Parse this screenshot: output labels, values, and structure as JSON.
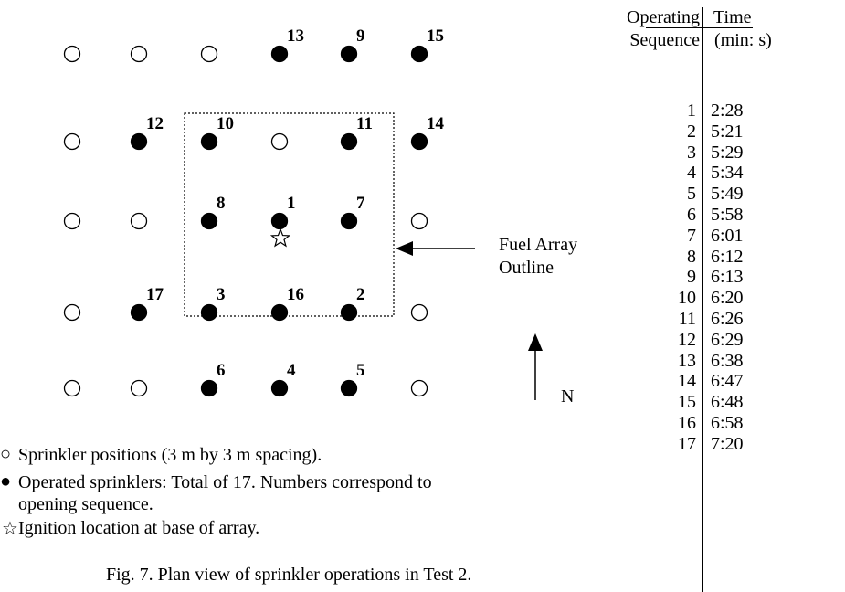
{
  "diagram": {
    "sprinklers": [
      {
        "row": 0,
        "col": 0,
        "operated": false
      },
      {
        "row": 0,
        "col": 1,
        "operated": false
      },
      {
        "row": 0,
        "col": 2,
        "operated": false
      },
      {
        "row": 0,
        "col": 3,
        "operated": true,
        "seq": "13"
      },
      {
        "row": 0,
        "col": 4,
        "operated": true,
        "seq": "9"
      },
      {
        "row": 0,
        "col": 5,
        "operated": true,
        "seq": "15"
      },
      {
        "row": 1,
        "col": 0,
        "operated": false
      },
      {
        "row": 1,
        "col": 1,
        "operated": true,
        "seq": "12"
      },
      {
        "row": 1,
        "col": 2,
        "operated": true,
        "seq": "10"
      },
      {
        "row": 1,
        "col": 3,
        "operated": false
      },
      {
        "row": 1,
        "col": 4,
        "operated": true,
        "seq": "11"
      },
      {
        "row": 1,
        "col": 5,
        "operated": true,
        "seq": "14"
      },
      {
        "row": 2,
        "col": 0,
        "operated": false
      },
      {
        "row": 2,
        "col": 1,
        "operated": false
      },
      {
        "row": 2,
        "col": 2,
        "operated": true,
        "seq": "8"
      },
      {
        "row": 2,
        "col": 3,
        "operated": true,
        "seq": "1"
      },
      {
        "row": 2,
        "col": 4,
        "operated": true,
        "seq": "7"
      },
      {
        "row": 2,
        "col": 5,
        "operated": false
      },
      {
        "row": 3,
        "col": 0,
        "operated": false
      },
      {
        "row": 3,
        "col": 1,
        "operated": true,
        "seq": "17"
      },
      {
        "row": 3,
        "col": 2,
        "operated": true,
        "seq": "3"
      },
      {
        "row": 3,
        "col": 3,
        "operated": true,
        "seq": "16"
      },
      {
        "row": 3,
        "col": 4,
        "operated": true,
        "seq": "2"
      },
      {
        "row": 3,
        "col": 5,
        "operated": false
      },
      {
        "row": 4,
        "col": 0,
        "operated": false
      },
      {
        "row": 4,
        "col": 1,
        "operated": false
      },
      {
        "row": 4,
        "col": 2,
        "operated": true,
        "seq": "6"
      },
      {
        "row": 4,
        "col": 3,
        "operated": true,
        "seq": "4"
      },
      {
        "row": 4,
        "col": 4,
        "operated": true,
        "seq": "5"
      },
      {
        "row": 4,
        "col": 5,
        "operated": false
      }
    ],
    "fuel_label_line1": "Fuel Array",
    "fuel_label_line2": "Outline",
    "north_label": "N"
  },
  "legend": {
    "open_text": "Sprinkler positions (3 m by 3 m spacing).",
    "operated_text_line1": "Operated sprinklers: Total of 17.  Numbers correspond to",
    "operated_text_line2": "opening sequence.",
    "ignition_text": "Ignition location at base of array.",
    "open_symbol": "○",
    "operated_symbol": "●",
    "ignition_symbol": "☆"
  },
  "table": {
    "header_seq_1": "Operating",
    "header_seq_2": "Sequence",
    "header_time_1": "Time",
    "header_time_2": "(min: s)",
    "rows": [
      {
        "seq": "1",
        "time": "2:28"
      },
      {
        "seq": "2",
        "time": "5:21"
      },
      {
        "seq": "3",
        "time": "5:29"
      },
      {
        "seq": "4",
        "time": "5:34"
      },
      {
        "seq": "5",
        "time": "5:49"
      },
      {
        "seq": "6",
        "time": "5:58"
      },
      {
        "seq": "7",
        "time": "6:01"
      },
      {
        "seq": "8",
        "time": "6:12"
      },
      {
        "seq": "9",
        "time": "6:13"
      },
      {
        "seq": "10",
        "time": "6:20"
      },
      {
        "seq": "11",
        "time": "6:26"
      },
      {
        "seq": "12",
        "time": "6:29"
      },
      {
        "seq": "13",
        "time": "6:38"
      },
      {
        "seq": "14",
        "time": "6:47"
      },
      {
        "seq": "15",
        "time": "6:48"
      },
      {
        "seq": "16",
        "time": "6:58"
      },
      {
        "seq": "17",
        "time": "7:20"
      }
    ]
  },
  "caption": "Fig. 7.  Plan view of sprinkler operations in Test 2."
}
